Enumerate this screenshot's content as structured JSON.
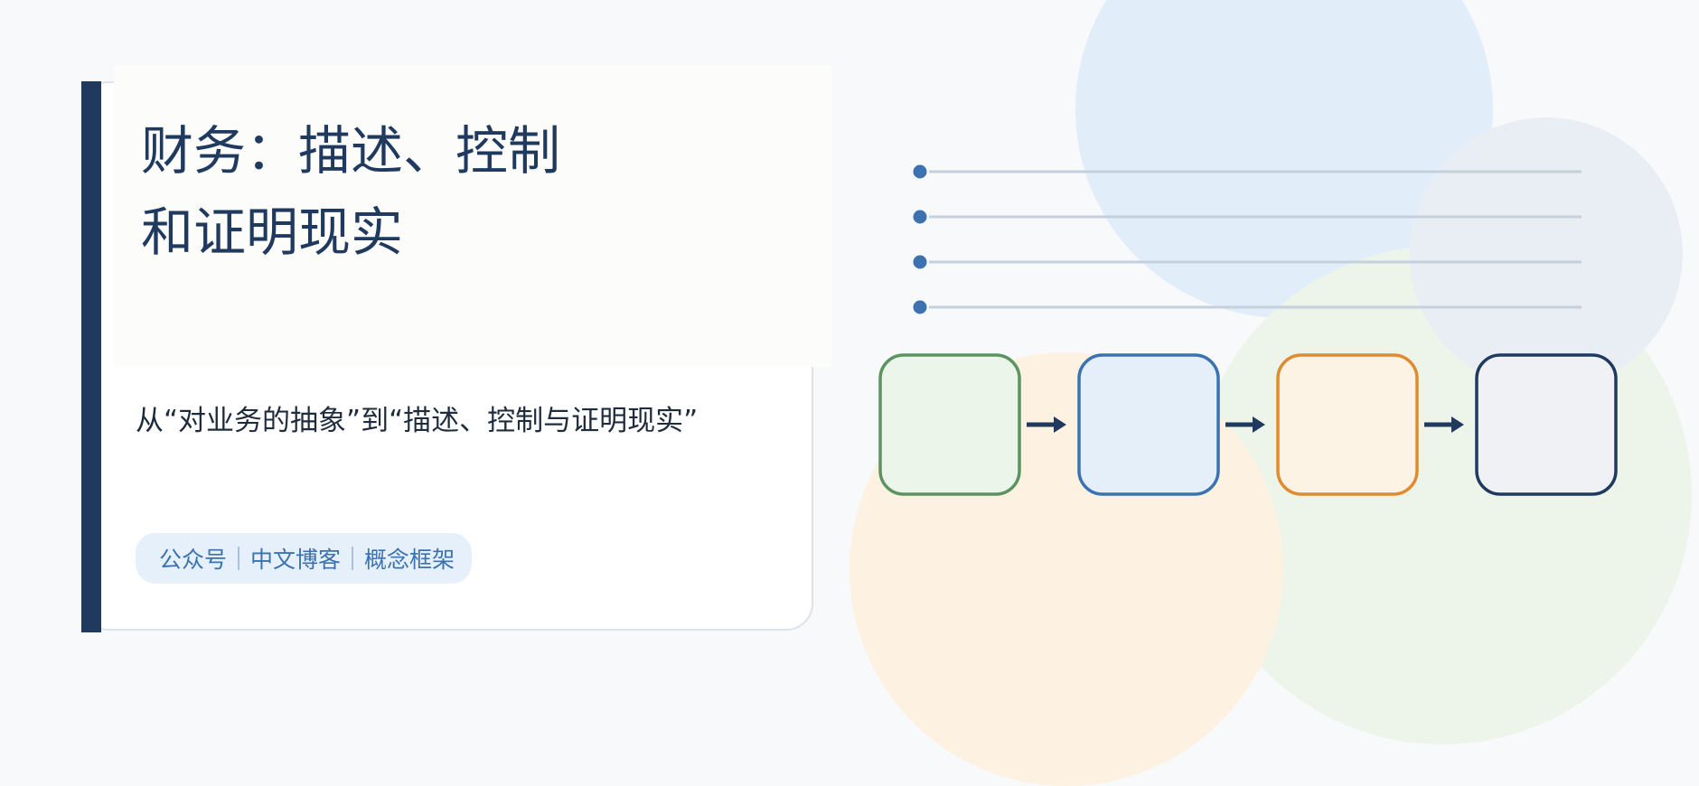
{
  "title": {
    "line1": "财务：描述、控制",
    "line2": "和证明现实"
  },
  "subtitle": "从“对业务的抽象”到“描述、控制与证明现实”",
  "tags": [
    "公众号",
    "中文博客",
    "概念框架"
  ],
  "diagram": {
    "list_rows": 4,
    "flow": {
      "boxes": [
        {
          "id": "stage-1",
          "fill": "#ecf5e9",
          "stroke": "#5c9461"
        },
        {
          "id": "stage-2",
          "fill": "#e4effa",
          "stroke": "#3c72b0"
        },
        {
          "id": "stage-3",
          "fill": "#fdf3e5",
          "stroke": "#df8b30"
        },
        {
          "id": "stage-4",
          "fill": "#eff1f5",
          "stroke": "#1f3a5e"
        }
      ],
      "arrows": 3
    }
  },
  "colors": {
    "navy": "#1f3a5e",
    "accent_blue": "#3c72b0",
    "line_gray": "#c4d0dc",
    "tag_bg": "#e6f0fb",
    "tag_text": "#3c72b0",
    "text_dark": "#1e2c3d",
    "bg_circle_blue": "#e1edf9",
    "bg_circle_green": "#edf5ea",
    "bg_circle_orange": "#fdf1e1",
    "bg_circle_slate": "#e9eef5"
  }
}
